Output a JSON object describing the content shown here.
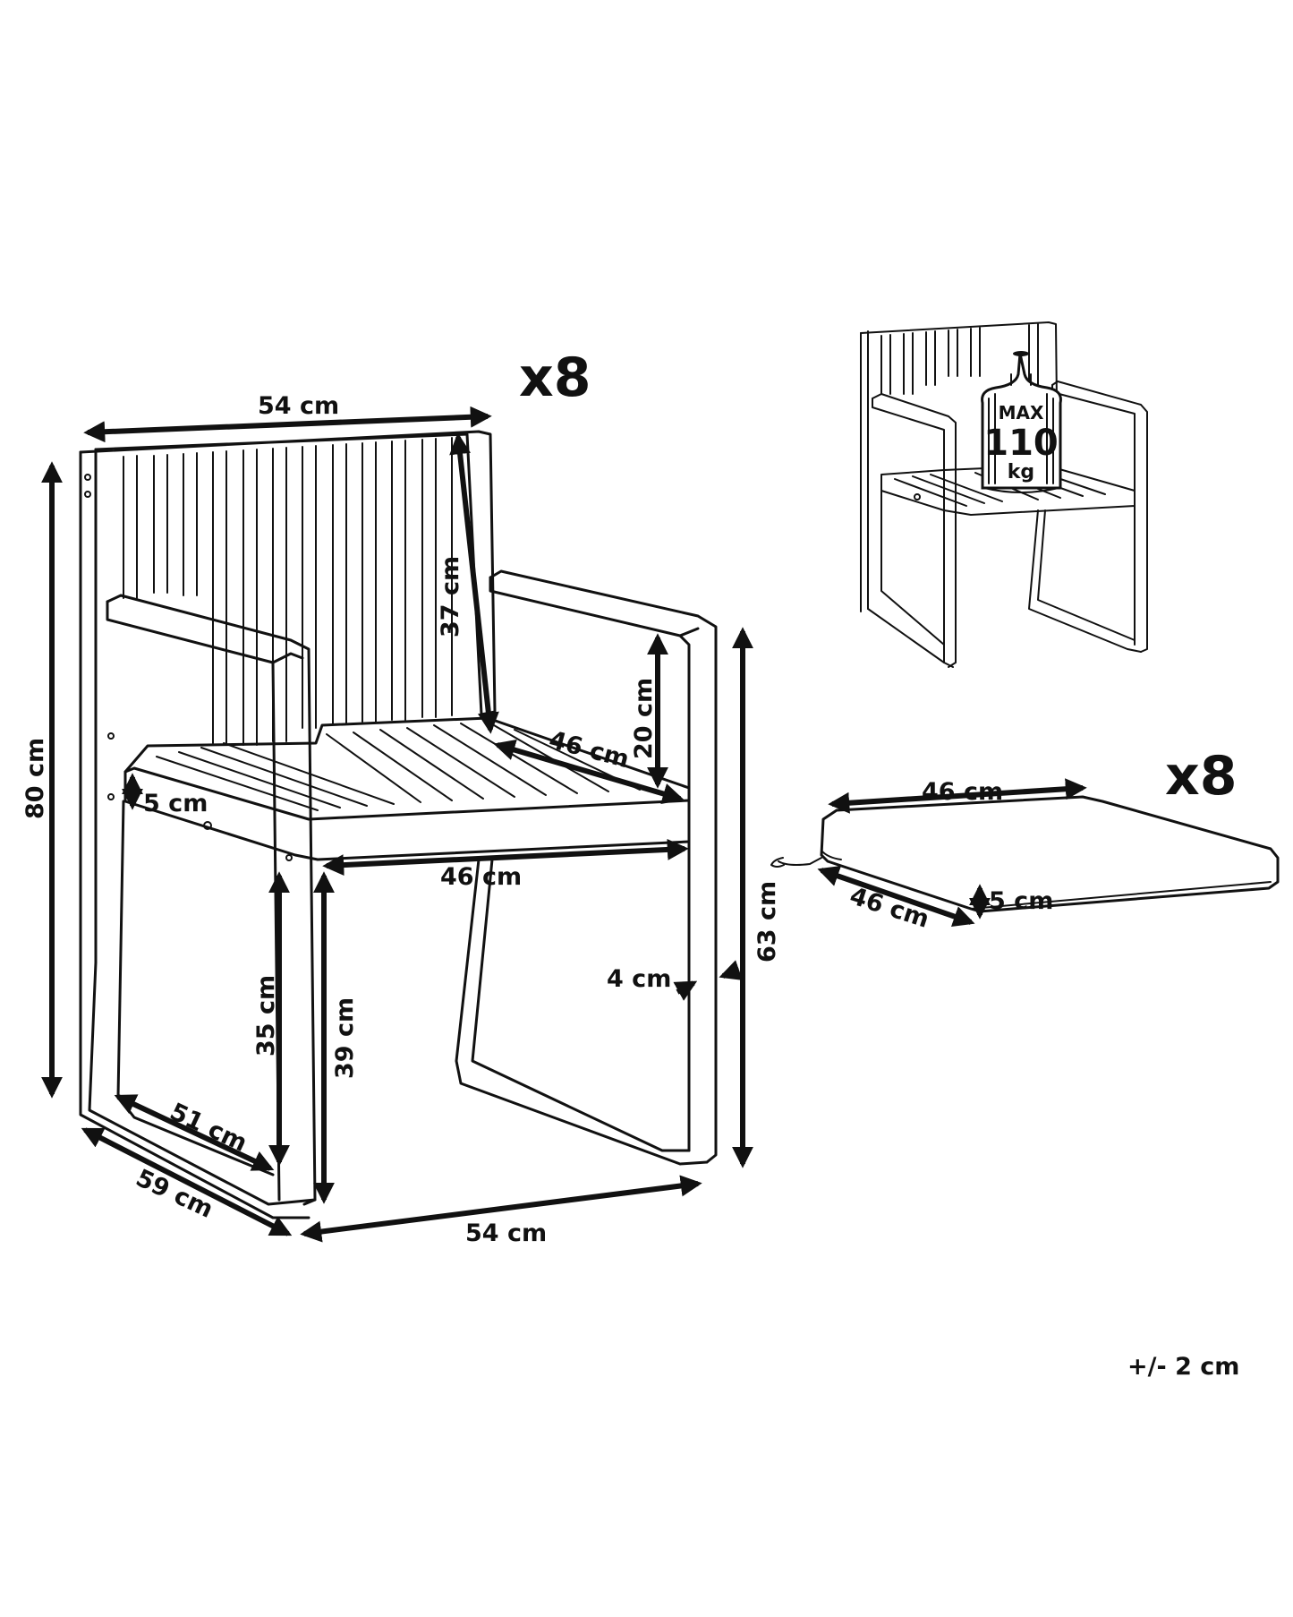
{
  "chair": {
    "quantity": "x8",
    "dimensions": {
      "back_width_top": "54 cm",
      "total_height": "80 cm",
      "backrest_height": "37 cm",
      "armrest_height": "20 cm",
      "seat_depth_top": "46 cm",
      "seat_frame_thickness": "5 cm",
      "seat_width": "46 cm",
      "height_to_armrest": "63 cm",
      "arm_thickness": "4 cm",
      "leg_clearance": "35 cm",
      "seat_height": "39 cm",
      "base_inner_depth": "51 cm",
      "base_depth": "59 cm",
      "base_width": "54 cm"
    }
  },
  "load_badge": {
    "max_label": "MAX",
    "value": "110",
    "unit": "kg"
  },
  "cushion": {
    "quantity": "x8",
    "width": "46 cm",
    "depth": "46 cm",
    "thickness": "5 cm"
  },
  "tolerance": "+/- 2 cm",
  "colors": {
    "ink": "#111111",
    "background": "#ffffff"
  }
}
